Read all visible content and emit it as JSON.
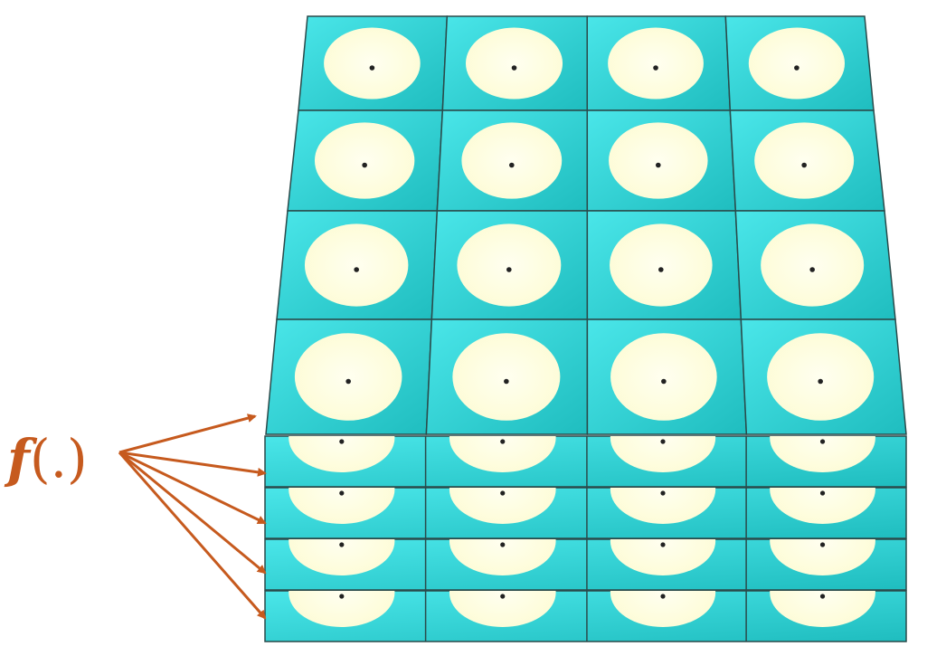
{
  "function_label": {
    "name": "f",
    "args": "(.)"
  },
  "grid": {
    "columns": 4,
    "front_rows": 4,
    "stacked_layers": 4
  },
  "arrows": {
    "count": 5
  },
  "colors": {
    "cell_light": "#4ae6e9",
    "cell_dark": "#1fbdbf",
    "grid_line": "#2a4a4a",
    "circle_fill": "#fdfcd6",
    "circle_center": "#fffff0",
    "dot": "#222222",
    "arrow": "#c65a1e",
    "label": "#c65a1e"
  }
}
